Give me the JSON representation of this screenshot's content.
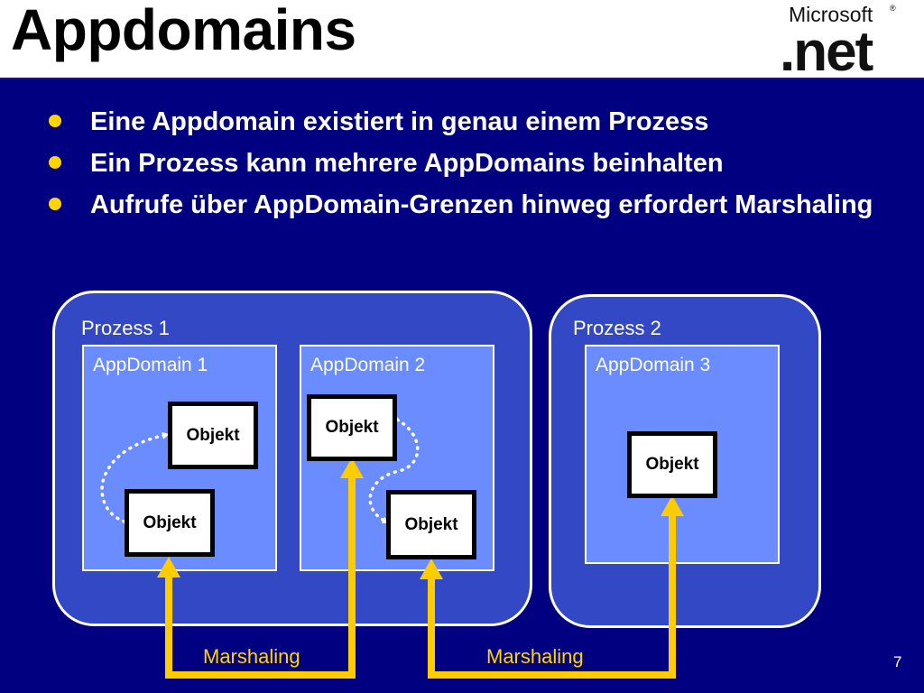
{
  "slide": {
    "title": "Appdomains",
    "page_number": "7"
  },
  "logo": {
    "brand": "Microsoft",
    "product": ".net",
    "mark": "®"
  },
  "bullets": [
    "Eine Appdomain existiert in genau einem Prozess",
    "Ein Prozess kann mehrere AppDomains beinhalten",
    "Aufrufe über AppDomain-Grenzen hinweg erfordert Marshaling"
  ],
  "diagram": {
    "processes": [
      {
        "label": "Prozess 1"
      },
      {
        "label": "Prozess 2"
      }
    ],
    "appdomains": [
      {
        "label": "AppDomain 1"
      },
      {
        "label": "AppDomain 2"
      },
      {
        "label": "AppDomain 3"
      }
    ],
    "object_label": "Objekt",
    "marshaling_labels": [
      "Marshaling",
      "Marshaling"
    ]
  },
  "colors": {
    "background": "#000080",
    "process_fill": "#3248c4",
    "appdomain_fill": "#6a8cff",
    "arrow": "#ffcc00",
    "bullet": "#ffd400"
  }
}
